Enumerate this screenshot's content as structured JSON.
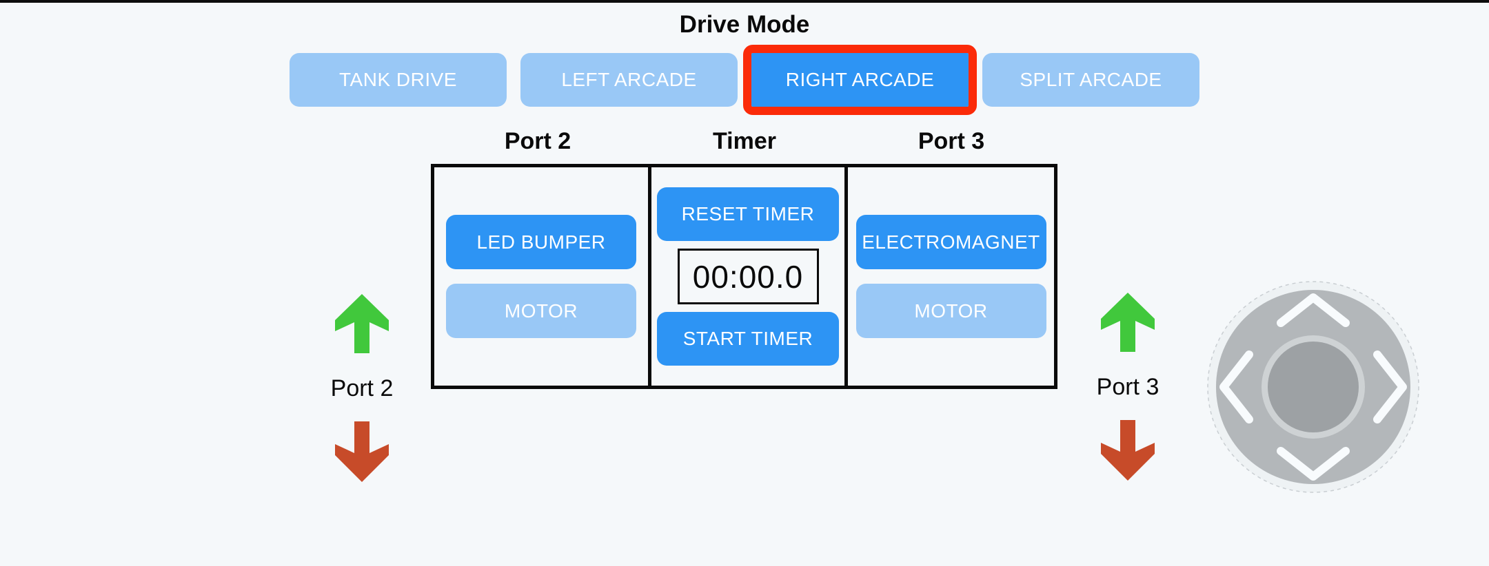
{
  "drive_mode": {
    "title": "Drive Mode",
    "options": [
      {
        "label": "TANK DRIVE",
        "selected": false
      },
      {
        "label": "LEFT ARCADE",
        "selected": false
      },
      {
        "label": "RIGHT ARCADE",
        "selected": true
      },
      {
        "label": "SPLIT ARCADE",
        "selected": false
      }
    ]
  },
  "panel": {
    "port2": {
      "header": "Port 2",
      "buttons": [
        {
          "label": "LED BUMPER",
          "active": true
        },
        {
          "label": "MOTOR",
          "active": false
        }
      ]
    },
    "timer": {
      "header": "Timer",
      "reset_label": "RESET TIMER",
      "display": "00:00.0",
      "start_label": "START TIMER"
    },
    "port3": {
      "header": "Port 3",
      "buttons": [
        {
          "label": "ELECTROMAGNET",
          "active": true
        },
        {
          "label": "MOTOR",
          "active": false
        }
      ]
    }
  },
  "side_controls": {
    "left": {
      "label": "Port 2",
      "up_icon": "green-up-arrow",
      "down_icon": "red-down-arrow"
    },
    "right": {
      "label": "Port 3",
      "up_icon": "green-up-arrow",
      "down_icon": "red-down-arrow"
    }
  },
  "joystick": {
    "icon": "joystick-pad",
    "chevrons": [
      "up",
      "left",
      "right",
      "down"
    ]
  },
  "colors": {
    "background": "#f5f8fa",
    "button_inactive_blue": "#99c8f6",
    "button_active_blue": "#2d94f4",
    "selected_outline_red": "#fb2b09",
    "arrow_up_green": "#41c83c",
    "arrow_down_red": "#c74b29",
    "panel_border": "#0a0a0a",
    "joystick_base_gray": "#b3b7ba",
    "joystick_knob_gray": "#9da1a4"
  }
}
